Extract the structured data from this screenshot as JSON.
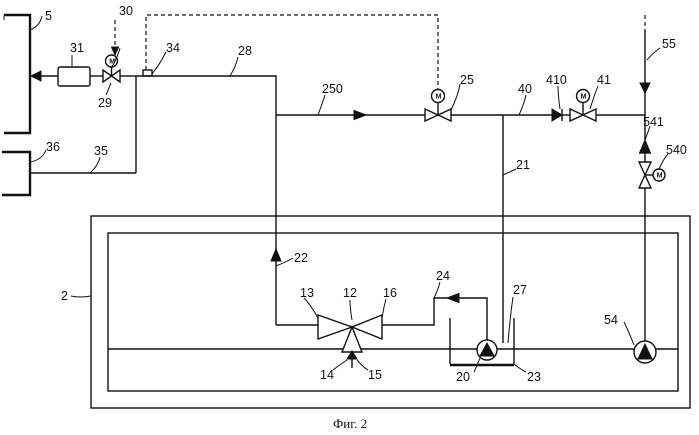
{
  "labels": {
    "l5": "5",
    "l30": "30",
    "l31": "31",
    "l29": "29",
    "l34": "34",
    "l28": "28",
    "l36": "36",
    "l35": "35",
    "l250": "250",
    "l25": "25",
    "l40": "40",
    "l410": "410",
    "l41": "41",
    "l55": "55",
    "l541": "541",
    "l540": "540",
    "l21": "21",
    "l2": "2",
    "l22": "22",
    "l24": "24",
    "l13": "13",
    "l12": "12",
    "l16": "16",
    "l27": "27",
    "l54": "54",
    "l14": "14",
    "l15": "15",
    "l20": "20",
    "l23": "23"
  },
  "actuator_letter": "M",
  "caption": "Фиг. 2"
}
